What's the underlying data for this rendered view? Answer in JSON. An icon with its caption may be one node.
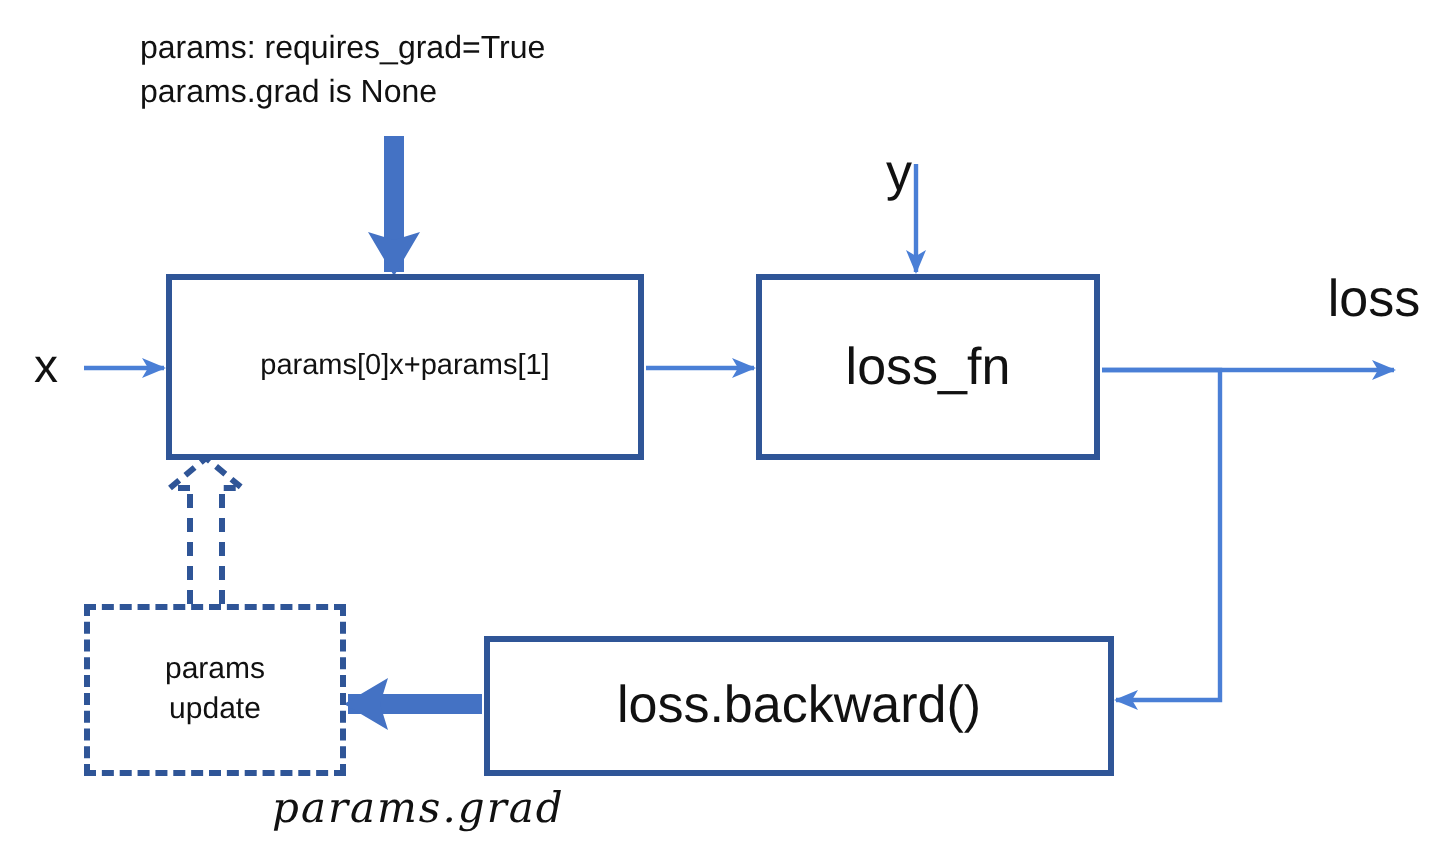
{
  "diagram": {
    "nodes": [
      {
        "text": [
          "params: requires_grad=True params.grad is None"
        ]
      },
      {
        "text": [
          "params[0]x+params[1]"
        ]
      },
      {
        "text": [
          "x"
        ]
      },
      {
        "text": [
          "y"
        ]
      },
      {
        "text": [
          "loss_fn"
        ]
      },
      {
        "text": [
          "loss"
        ]
      },
      {
        "text": [
          "loss.backward()"
        ]
      },
      {
        "text": [
          "params update"
        ]
      }
    ],
    "edges": [
      {
        "from": 0,
        "to": 1,
        "arrow": "to",
        "style": "thick",
        "color": "#4472c4"
      },
      {
        "from": 2,
        "to": 1,
        "arrow": "to"
      },
      {
        "from": 1,
        "to": 4,
        "arrow": "to"
      },
      {
        "from": 3,
        "to": 4,
        "arrow": "to"
      },
      {
        "from": 4,
        "to": 5,
        "arrow": "to"
      },
      {
        "from": 4,
        "to": 6,
        "arrow": "to"
      },
      {
        "from": 6,
        "to": 7,
        "arrow": "to",
        "style": "thick",
        "color": "#4472c4",
        "label": "params.grad"
      },
      {
        "from": 7,
        "to": 1,
        "arrow": "to",
        "style": "dashed",
        "color": "#2f5597"
      }
    ]
  }
}
